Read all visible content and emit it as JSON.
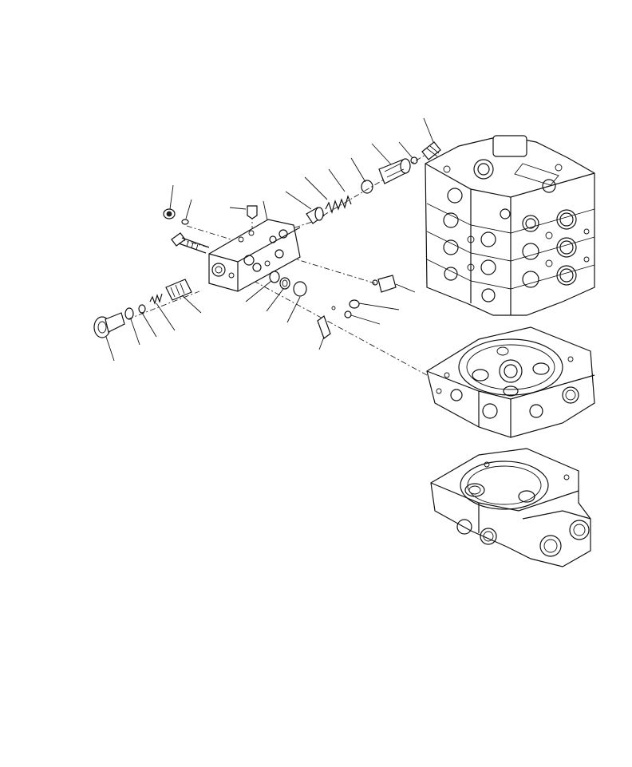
{
  "diagram": {
    "kind": "exploded-parts-view",
    "leader_count": 22,
    "components": [
      "valve-body-stack",
      "valve-section",
      "valve-end-cover",
      "manifold-block",
      "relief-valve-cartridge",
      "plug",
      "o-ring",
      "spring",
      "poppet",
      "seat",
      "sleeve",
      "bolt",
      "pin",
      "check-valve"
    ],
    "colors": {
      "line": "#111111",
      "background": "#ffffff"
    }
  }
}
